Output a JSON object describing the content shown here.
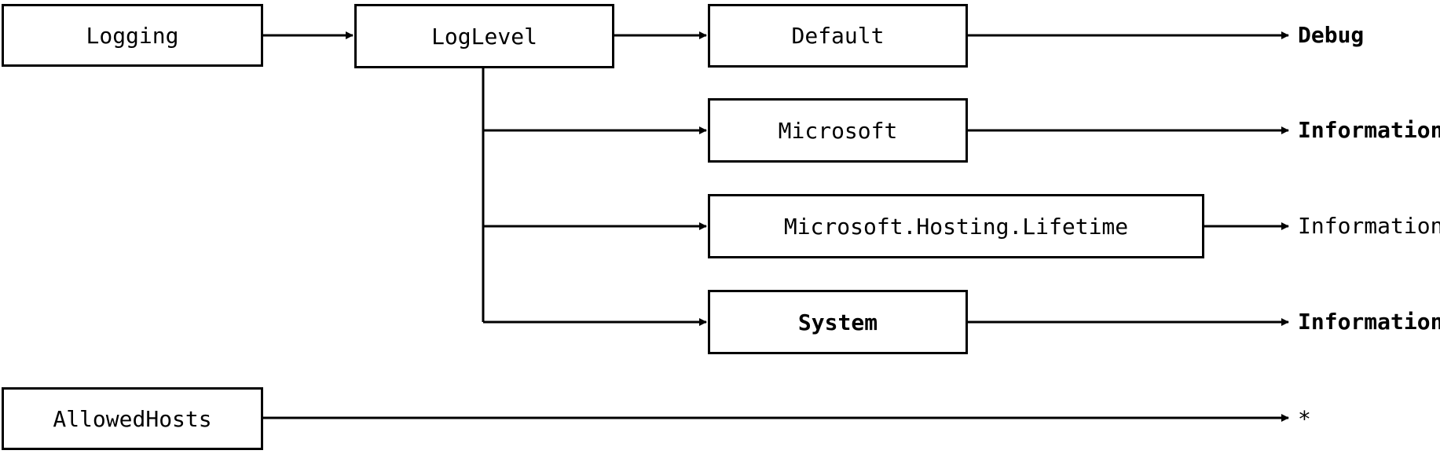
{
  "nodes": {
    "logging": "Logging",
    "loglevel": "LogLevel",
    "default": "Default",
    "microsoft": "Microsoft",
    "hosting_lifetime": "Microsoft.Hosting.Lifetime",
    "system": "System",
    "allowed_hosts": "AllowedHosts"
  },
  "values": {
    "default": "Debug",
    "microsoft": "Information",
    "hosting_lifetime": "Information",
    "system": "Information",
    "allowed_hosts": "*"
  },
  "colors": {
    "stroke": "#000000",
    "background": "#ffffff"
  }
}
